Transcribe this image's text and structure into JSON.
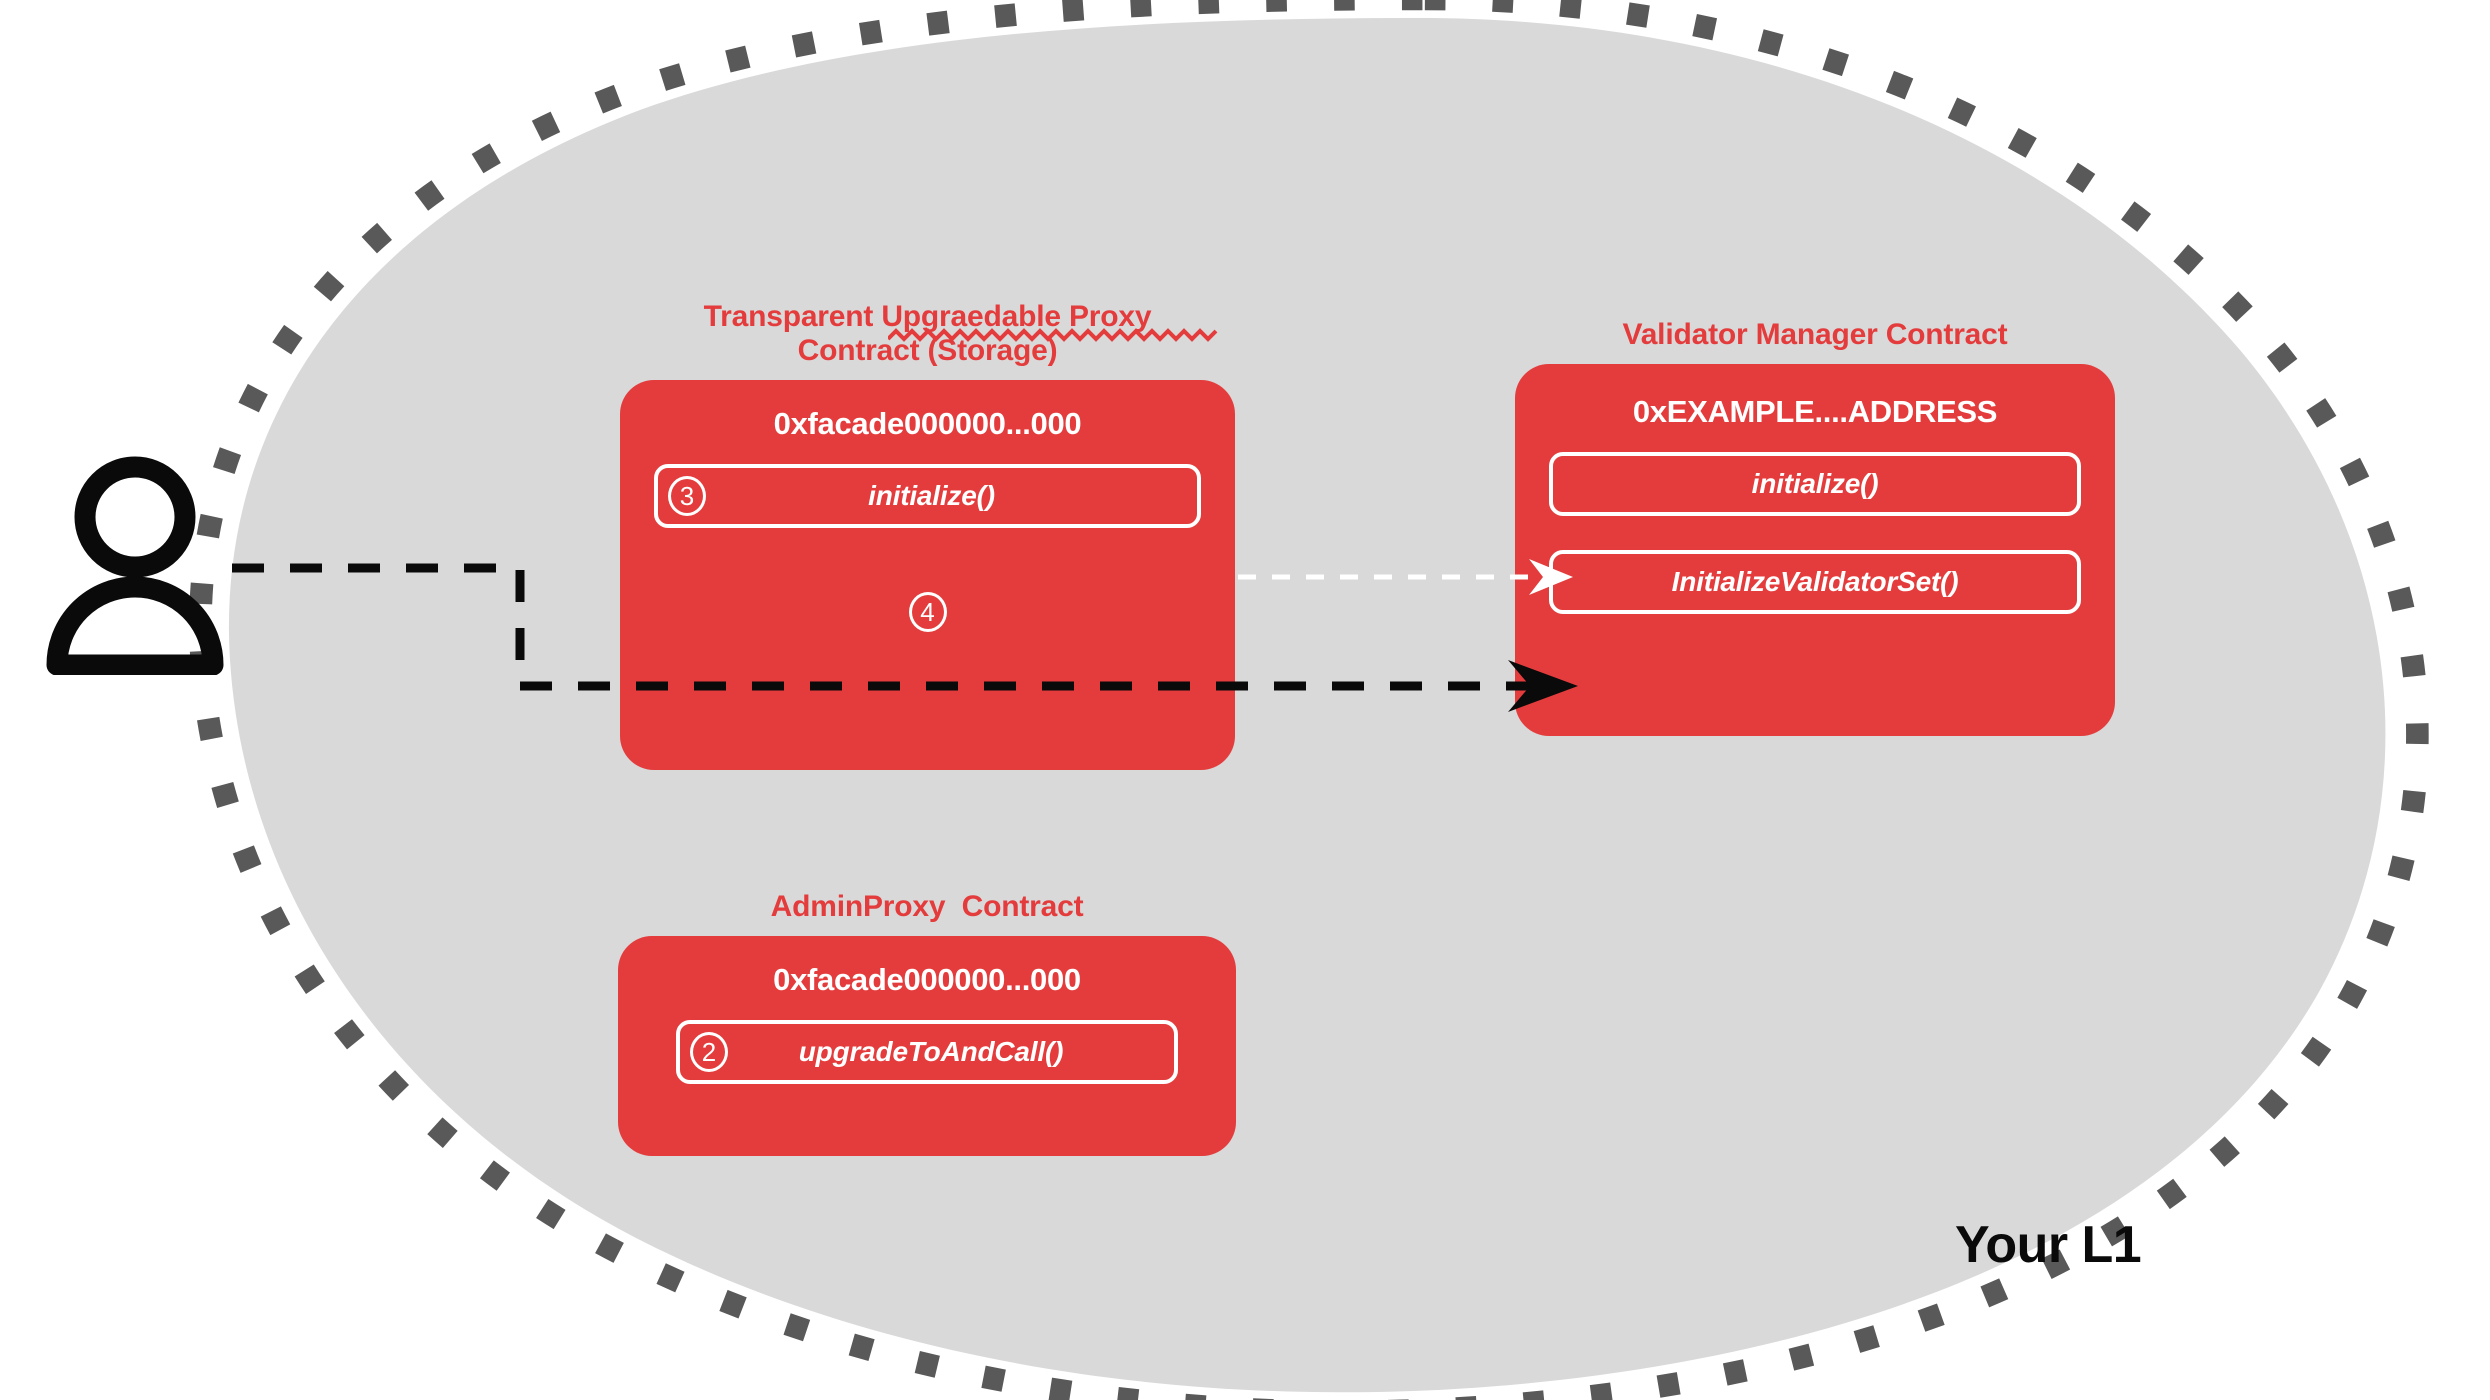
{
  "diagram": {
    "region_label": "Your L1",
    "colors": {
      "contract_red": "#E43C3C",
      "region_fill": "#D9D9D9",
      "region_border": "#595959",
      "text_white": "#FFFFFF",
      "text_black": "#0A0A0A"
    },
    "actor": {
      "name": "user-actor"
    },
    "contracts": [
      {
        "id": "transparent-proxy",
        "title": "Transparent Upgraedable Proxy\nContract (Storage)",
        "address": "0xfacade000000...000",
        "functions": [
          {
            "label": "initialize()",
            "step": "3"
          }
        ],
        "floating_step": "4"
      },
      {
        "id": "validator-manager",
        "title": "Validator Manager Contract",
        "address": "0xEXAMPLE....ADDRESS",
        "functions": [
          {
            "label": "initialize()",
            "step": ""
          },
          {
            "label": "InitializeValidatorSet()",
            "step": ""
          }
        ],
        "floating_step": ""
      },
      {
        "id": "admin-proxy",
        "title": "AdminProxy  Contract",
        "address": "0xfacade000000...000",
        "functions": [
          {
            "label": "upgradeToAndCall()",
            "step": "2"
          }
        ],
        "floating_step": ""
      }
    ],
    "connections": [
      {
        "id": "user-to-validator-set",
        "style": "dashed-black",
        "arrow": "solid-black"
      },
      {
        "id": "proxy-initialize-to-manager-initialize",
        "style": "dashed-white",
        "arrow": "solid-white"
      }
    ]
  }
}
